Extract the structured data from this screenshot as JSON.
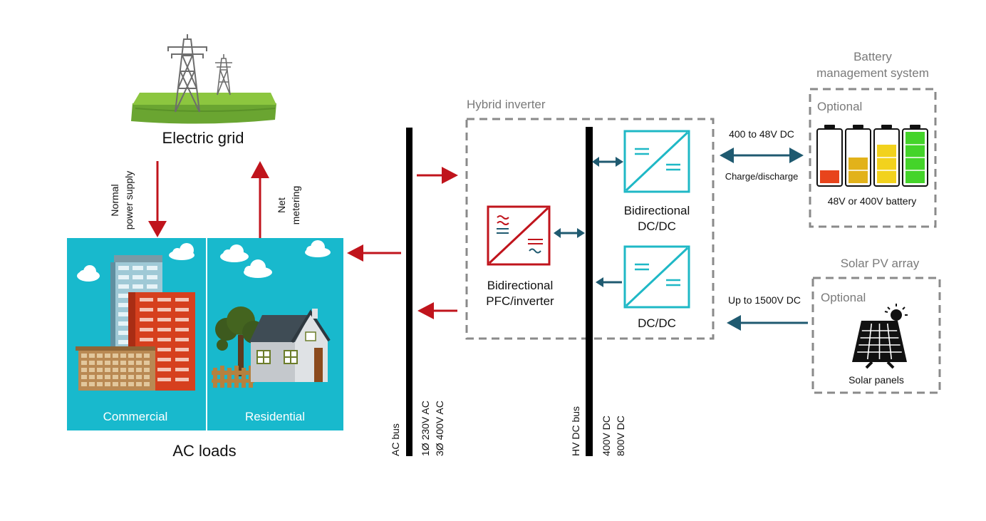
{
  "grid": {
    "label": "Electric grid"
  },
  "arrows": {
    "normal_supply_line1": "Normal",
    "normal_supply_line2": "power supply",
    "net_metering_line1": "Net",
    "net_metering_line2": "metering"
  },
  "ac_loads": {
    "title": "AC loads",
    "commercial": "Commercial",
    "residential": "Residential"
  },
  "ac_bus": {
    "label": "AC bus",
    "spec1": "1Ø 230V AC",
    "spec2": "3Ø 400V AC"
  },
  "hybrid_inverter": {
    "title": "Hybrid inverter"
  },
  "pfc": {
    "line1": "Bidirectional",
    "line2": "PFC/inverter"
  },
  "hv_dc_bus": {
    "label": "HV DC bus",
    "spec1": "400V DC",
    "spec2": "800V DC"
  },
  "bidir_dcdc": {
    "line1": "Bidirectional",
    "line2": "DC/DC"
  },
  "dcdc": {
    "label": "DC/DC"
  },
  "battery_link": {
    "voltage": "400 to 48V DC",
    "mode": "Charge/discharge"
  },
  "bms": {
    "title_line1": "Battery",
    "title_line2": "management system",
    "optional": "Optional",
    "battery_label": "48V or 400V battery",
    "levels": [
      0.25,
      0.5,
      0.75,
      1.0
    ]
  },
  "solar": {
    "title": "Solar PV array",
    "optional": "Optional",
    "voltage": "Up to 1500V DC",
    "panels_label": "Solar panels"
  },
  "colors": {
    "red": "#c0141c",
    "teal": "#1fb8c6",
    "dark_teal": "#1f5a70",
    "sky": "#18b9cd",
    "grid_green": "#7dbb3a",
    "gray_text": "#7a7a7a",
    "dash": "#8a8a8a"
  }
}
